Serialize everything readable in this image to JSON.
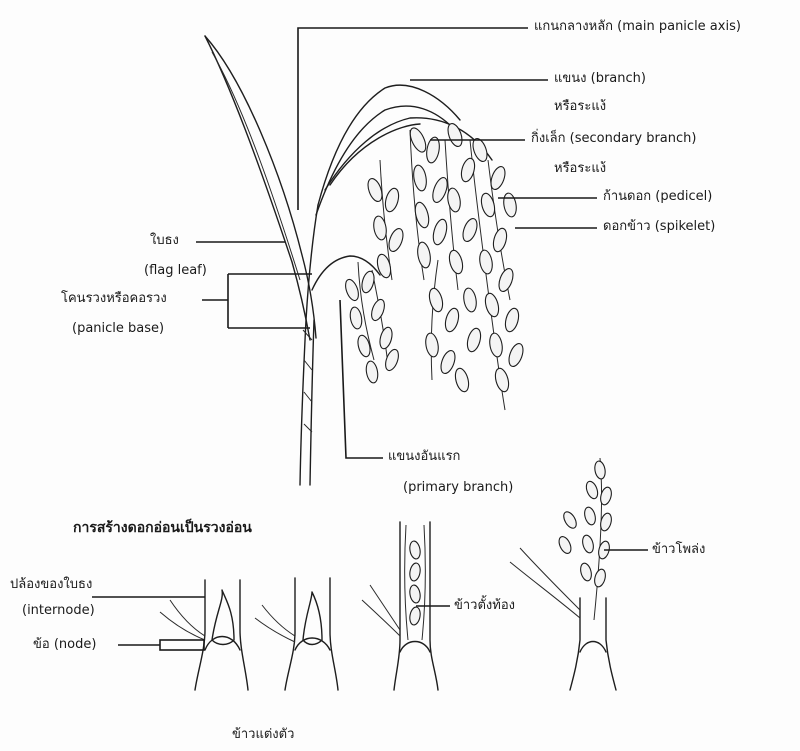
{
  "labels": {
    "main_axis": "แกนกลางหลัก (main panicle axis)",
    "branch": "แขนง (branch)",
    "branch_alt": "หรือระแง้",
    "secondary_branch": "กิ่งเล็ก (secondary branch)",
    "secondary_alt": "หรือระแง้",
    "pedicel": "ก้านดอก (pedicel)",
    "spikelet": "ดอกข้าว (spikelet)",
    "flag_leaf_th": "ใบธง",
    "flag_leaf_en": "(flag leaf)",
    "panicle_base_th": "โคนรวงหรือคอรวง",
    "panicle_base_en": "(panicle base)",
    "primary_branch_th": "แขนงอันแรก",
    "primary_branch_en": "(primary branch)",
    "section_title": "การสร้างดอกอ่อนเป็นรวงอ่อน",
    "internode_th": "ปล้องของใบธง",
    "internode_en": "(internode)",
    "node": "ข้อ (node)",
    "booting": "ข้าวตั้งท้อง",
    "heading": "ข้าวโพล่ง",
    "caption": "ข้าวแต่งตัว"
  }
}
